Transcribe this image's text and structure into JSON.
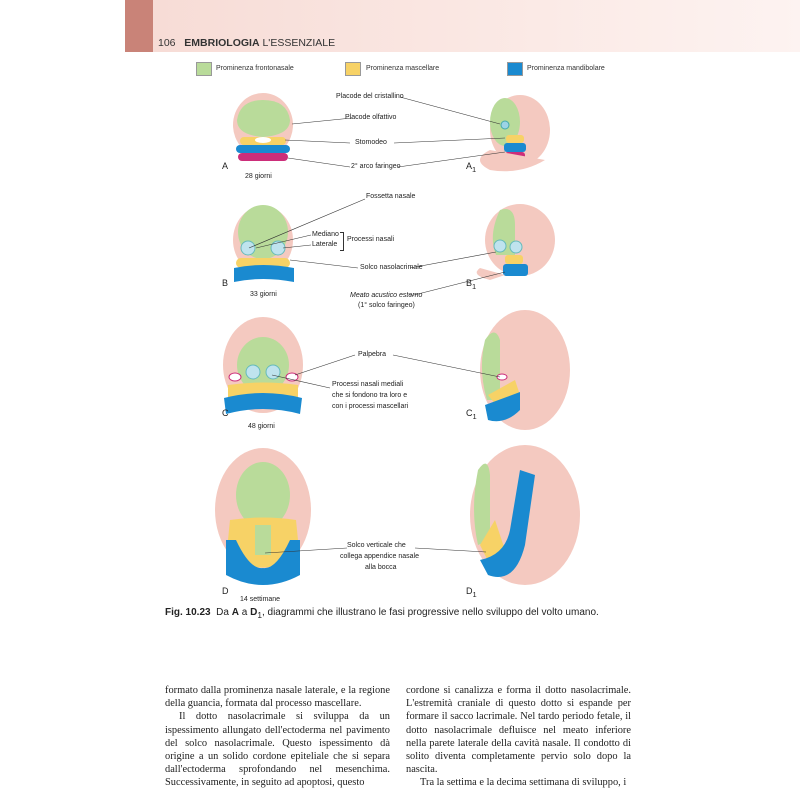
{
  "header": {
    "page_number": "106",
    "title_bold": "EMBRIOLOGIA",
    "title_rest": "L'ESSENZIALE"
  },
  "legend": [
    {
      "label": "Prominenza frontonasale",
      "color": "#b9db9a"
    },
    {
      "label": "Prominenza mascellare",
      "color": "#f7d266"
    },
    {
      "label": "Prominenza mandibolare",
      "color": "#1a8ad0"
    }
  ],
  "figure": {
    "panel_a": {
      "letter": "A",
      "letter_side": "A",
      "side_sub": "1",
      "age": "28 giorni",
      "labels": [
        "Placode del cristallino",
        "Placode olfattivo",
        "Stomodeo",
        "2° arco faringeo"
      ]
    },
    "panel_b": {
      "letter": "B",
      "letter_side": "B",
      "side_sub": "1",
      "age": "33 giorni",
      "labels": {
        "fossetta": "Fossetta nasale",
        "mediano": "Mediano",
        "laterale": "Laterale",
        "processi": "Processi nasali",
        "solco": "Solco nasolacrimale",
        "meato": "Meato acustico esterno",
        "meato2": "(1° solco faringeo)"
      }
    },
    "panel_c": {
      "letter": "C",
      "letter_side": "C",
      "side_sub": "1",
      "age": "48 giorni",
      "labels": {
        "palpebra": "Palpebra",
        "proc1": "Processi nasali mediali",
        "proc2": "che si fondono tra loro e",
        "proc3": "con i processi mascellari"
      }
    },
    "panel_d": {
      "letter": "D",
      "letter_side": "D",
      "side_sub": "1",
      "age": "14 settimane",
      "labels": {
        "s1": "Solco verticale che",
        "s2": "collega appendice nasale",
        "s3": "alla bocca"
      }
    }
  },
  "caption": {
    "label": "Fig. 10.23",
    "t1": "Da",
    "a": "A",
    "t2": "a",
    "d": "D",
    "sub": "1",
    "t3": ", diagrammi che illustrano le fasi progressive nello sviluppo del volto umano."
  },
  "body": {
    "left": [
      "formato dalla prominenza nasale laterale, e la regione della guancia, formata dal processo mascellare.",
      "Il dotto nasolacrimale si sviluppa da un ispessimento allungato dell'ectoderma nel pavimento del solco nasolacrimale. Questo ispessimento dà origine a un solido cordone epiteliale che si separa dall'ectoderma sprofondando nel mesenchima. Successivamente, in seguito ad apoptosi, questo"
    ],
    "right": [
      "cordone si canalizza e forma il dotto nasolacrimale. L'estremità craniale di questo dotto si espande per formare il sacco lacrimale. Nel tardo periodo fetale, il dotto nasolacrimale defluisce nel meato inferiore nella parete laterale della cavità nasale. Il condotto di solito diventa completamente pervio solo dopo la nascita.",
      "Tra la settima e la decima settimana di sviluppo, i"
    ]
  }
}
